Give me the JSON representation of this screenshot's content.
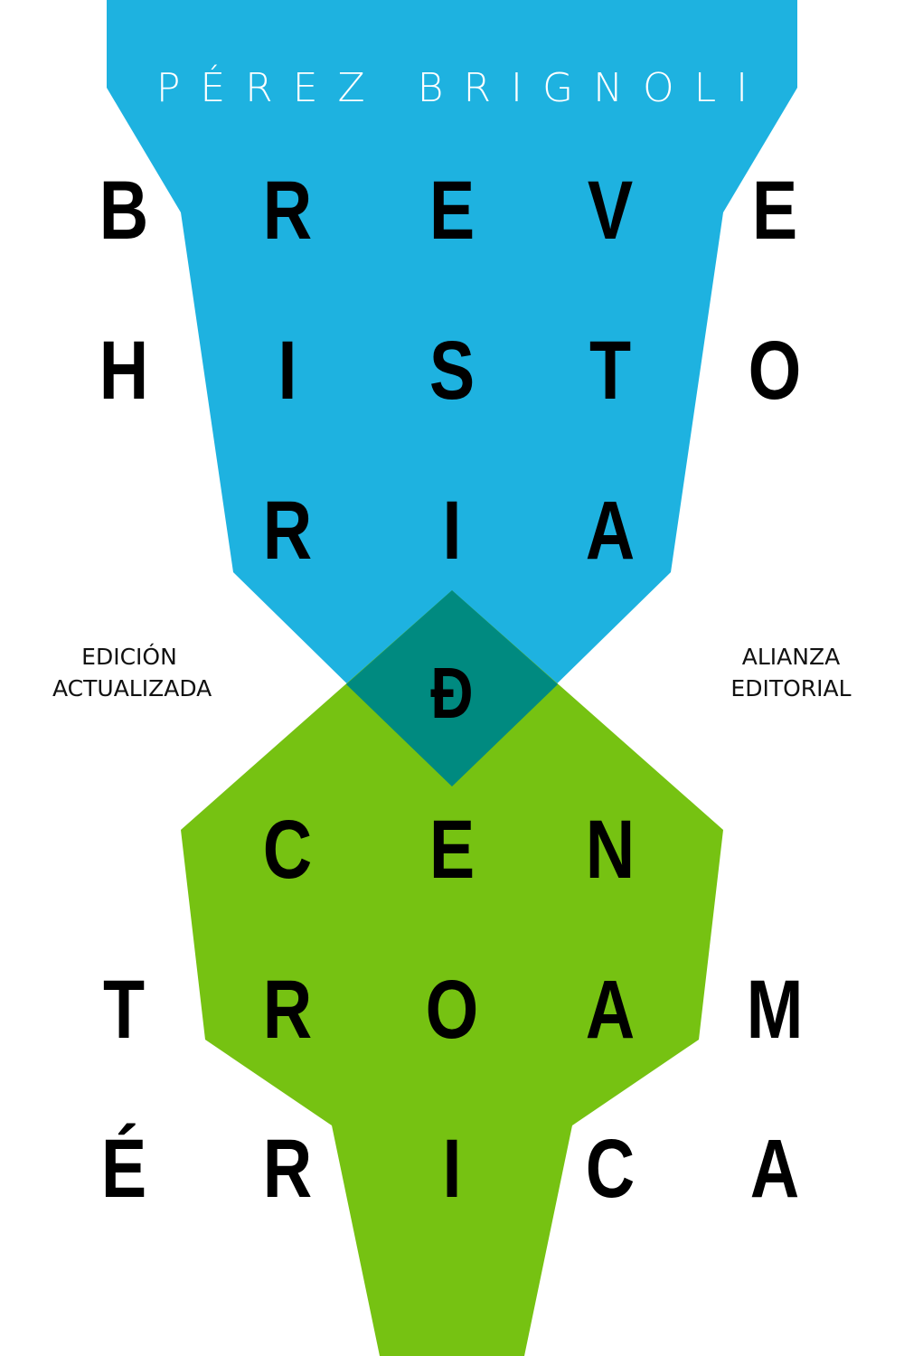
{
  "author": "PÉREZ BRIGNOLI",
  "title_letters": [
    [
      "B",
      "R",
      "E",
      "V",
      "E"
    ],
    [
      "H",
      "I",
      "S",
      "T",
      "O"
    ],
    [
      "",
      "R",
      "I",
      "A",
      ""
    ],
    [
      "",
      "",
      "Đ",
      "",
      ""
    ],
    [
      "",
      "C",
      "E",
      "N",
      ""
    ],
    [
      "T",
      "R",
      "O",
      "A",
      "M"
    ],
    [
      "É",
      "R",
      "I",
      "C",
      "A"
    ]
  ],
  "edition": {
    "line1": "EDICIÓN",
    "line2": "ACTUALIZADA"
  },
  "publisher": {
    "line1": "ALIANZA",
    "line2": "EDITORIAL"
  },
  "colors": {
    "blue": "#1EB2E0",
    "green": "#76C212",
    "overlap": "#008A80",
    "text": "#000000"
  }
}
